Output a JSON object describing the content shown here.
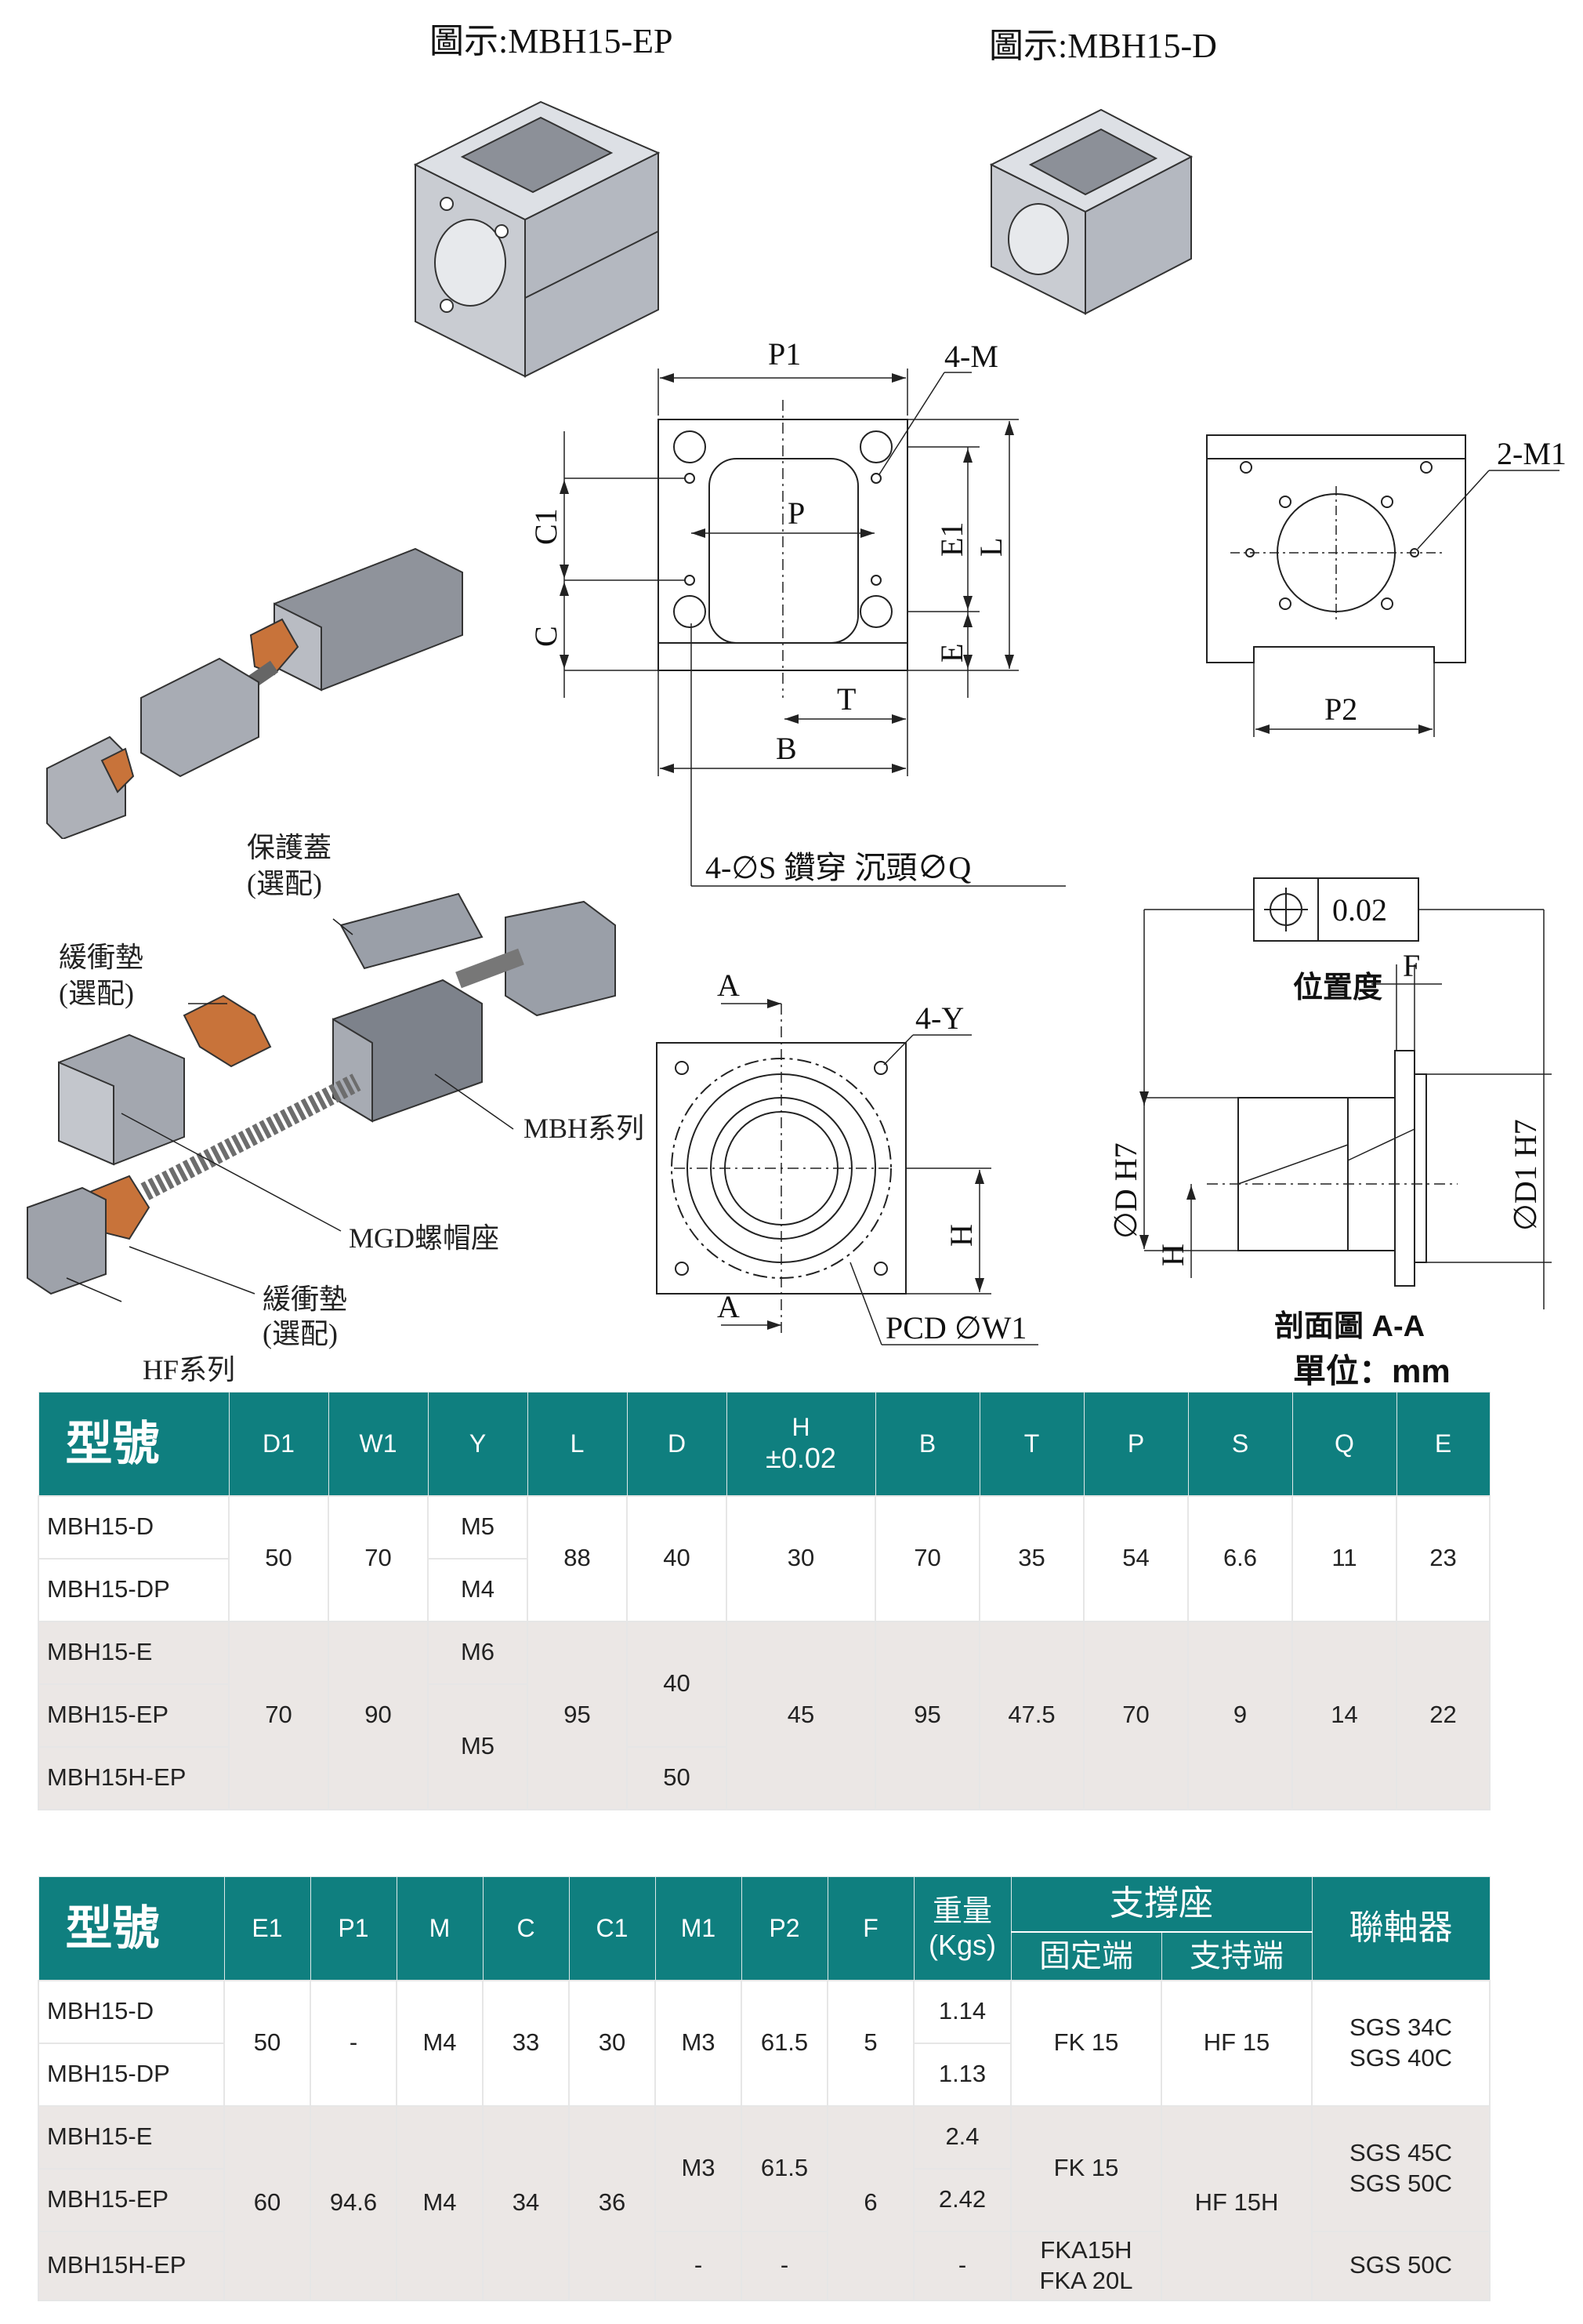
{
  "captions": {
    "ep_title": "圖示:MBH15-EP",
    "d_title": "圖示:MBH15-D"
  },
  "drawing_labels": {
    "p1": "P1",
    "four_m": "4-M",
    "c1": "C1",
    "p": "P",
    "e1": "E1",
    "l": "L",
    "c": "C",
    "e": "E",
    "t": "T",
    "b": "B",
    "hole_note": "4-∅S 鑽穿  沉頭∅Q",
    "two_m1": "2-M1",
    "p2": "P2",
    "tolerance": "0.02",
    "position_label": "位置度",
    "f": "F",
    "a_top": "A",
    "a_bottom": "A",
    "four_y": "4-Y",
    "h": "H",
    "pcd": "PCD ∅W1",
    "d_h7": "∅D H7",
    "h_side": "H",
    "d1_h7": "∅D1 H7",
    "section": "剖面圖 A-A",
    "unit": "單位：mm"
  },
  "assembly_labels": {
    "cover": "保護蓋",
    "cover_opt": "(選配)",
    "cushion_top": "緩衝墊",
    "cushion_top_opt": "(選配)",
    "mbh_series": "MBH系列",
    "mgd_nut": "MGD螺帽座",
    "cushion_bottom": "緩衝墊",
    "cushion_bottom_opt": "(選配)",
    "hf_series": "HF系列"
  },
  "colors": {
    "header_teal": "#0f7f7f",
    "row_shade": "#ebe7e5",
    "block_gray": "#9a9fa8",
    "cushion_orange": "#c8733a"
  },
  "table1": {
    "model_header": "型號",
    "headers": [
      "D1",
      "W1",
      "Y",
      "L",
      "D",
      "H",
      "±0.02",
      "B",
      "T",
      "P",
      "S",
      "Q",
      "E"
    ],
    "g1": {
      "models": [
        "MBH15-D",
        "MBH15-DP"
      ],
      "d1": "50",
      "w1": "70",
      "y": [
        "M5",
        "M4"
      ],
      "l": "88",
      "d": "40",
      "h": "30",
      "b": "70",
      "t": "35",
      "p": "54",
      "s": "6.6",
      "q": "11",
      "e": "23"
    },
    "g2": {
      "models": [
        "MBH15-E",
        "MBH15-EP",
        "MBH15H-EP"
      ],
      "d1": "70",
      "w1": "90",
      "y": [
        "M6",
        "M5"
      ],
      "l": "95",
      "d": [
        "40",
        "50"
      ],
      "h": "45",
      "b": "95",
      "t": "47.5",
      "p": "70",
      "s": "9",
      "q": "14",
      "e": "22"
    }
  },
  "table2": {
    "model_header": "型號",
    "headers": [
      "E1",
      "P1",
      "M",
      "C",
      "C1",
      "M1",
      "P2",
      "F"
    ],
    "weight_header": "重量",
    "weight_unit": "(Kgs)",
    "support_header": "支撐座",
    "fixed_end": "固定端",
    "support_end": "支持端",
    "coupling_header": "聯軸器",
    "g1": {
      "models": [
        "MBH15-D",
        "MBH15-DP"
      ],
      "e1": "50",
      "p1": "-",
      "m": "M4",
      "c": "33",
      "c1": "30",
      "m1": "M3",
      "p2": "61.5",
      "f": "5",
      "weights": [
        "1.14",
        "1.13"
      ],
      "fixed": "FK 15",
      "support": "HF 15",
      "coupling": [
        "SGS 34C",
        "SGS 40C"
      ]
    },
    "g2": {
      "models": [
        "MBH15-E",
        "MBH15-EP",
        "MBH15H-EP"
      ],
      "e1": "60",
      "p1": "94.6",
      "m": "M4",
      "c": "34",
      "c1": "36",
      "m1": [
        "M3",
        "-"
      ],
      "p2": [
        "61.5",
        "-"
      ],
      "f": "6",
      "weights": [
        "2.4",
        "2.42",
        "-"
      ],
      "fixed": [
        "FK 15",
        "FKA15H",
        "FKA 20L"
      ],
      "support": "HF 15H",
      "coupling": [
        "SGS 45C",
        "SGS 50C",
        "SGS 50C"
      ]
    }
  }
}
